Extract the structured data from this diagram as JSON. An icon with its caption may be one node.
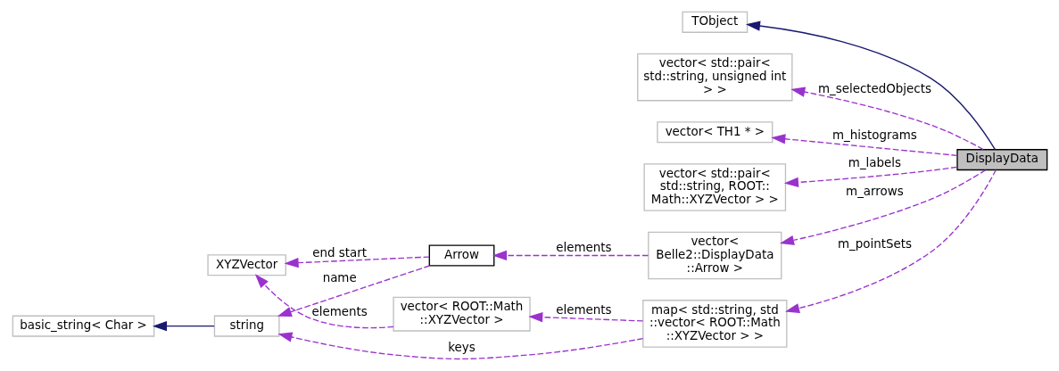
{
  "diagram": {
    "nodes": [
      {
        "text": [
          "DisplayData"
        ]
      },
      {
        "text": [
          "TObject"
        ]
      },
      {
        "text": [
          "vector< std::pair< std::string, unsigned int > >"
        ]
      },
      {
        "text": [
          "vector< TH1 * >"
        ]
      },
      {
        "text": [
          "vector< std::pair< std::string, ROOT:: Math::XYZVector > >"
        ]
      },
      {
        "text": [
          "vector< Belle2::DisplayData ::Arrow >"
        ]
      },
      {
        "text": [
          "Arrow"
        ]
      },
      {
        "text": [
          "XYZVector"
        ]
      },
      {
        "text": [
          "vector< ROOT::Math ::XYZVector >"
        ]
      },
      {
        "text": [
          "map< std::string, std ::vector< ROOT::Math ::XYZVector > >"
        ]
      },
      {
        "text": [
          "string"
        ]
      },
      {
        "text": [
          "basic_string< Char >"
        ]
      }
    ],
    "edges": [
      {
        "from": 0,
        "to": 1,
        "arrow": "to",
        "color": "#191970"
      },
      {
        "from": 0,
        "to": 2,
        "arrow": "to",
        "label": "m_selectedObjects",
        "style": "dashed"
      },
      {
        "from": 0,
        "to": 3,
        "arrow": "to",
        "label": "m_histograms",
        "style": "dashed"
      },
      {
        "from": 0,
        "to": 4,
        "arrow": "to",
        "label": "m_labels",
        "style": "dashed"
      },
      {
        "from": 0,
        "to": 5,
        "arrow": "to",
        "label": "m_arrows",
        "style": "dashed"
      },
      {
        "from": 0,
        "to": 9,
        "arrow": "to",
        "label": "m_pointSets",
        "style": "dashed"
      },
      {
        "from": 5,
        "to": 6,
        "arrow": "to",
        "label": "elements",
        "style": "dashed"
      },
      {
        "from": 6,
        "to": 7,
        "arrow": "to",
        "label": "end start",
        "style": "dashed"
      },
      {
        "from": 6,
        "to": 10,
        "arrow": "to",
        "label": "name",
        "style": "dashed"
      },
      {
        "from": 8,
        "to": 7,
        "arrow": "to",
        "label": "elements",
        "style": "dashed"
      },
      {
        "from": 9,
        "to": 8,
        "arrow": "to",
        "label": "elements",
        "style": "dashed"
      },
      {
        "from": 9,
        "to": 10,
        "arrow": "to",
        "label": "keys",
        "style": "dashed"
      },
      {
        "from": 10,
        "to": 11,
        "arrow": "to",
        "color": "#191970"
      }
    ]
  }
}
